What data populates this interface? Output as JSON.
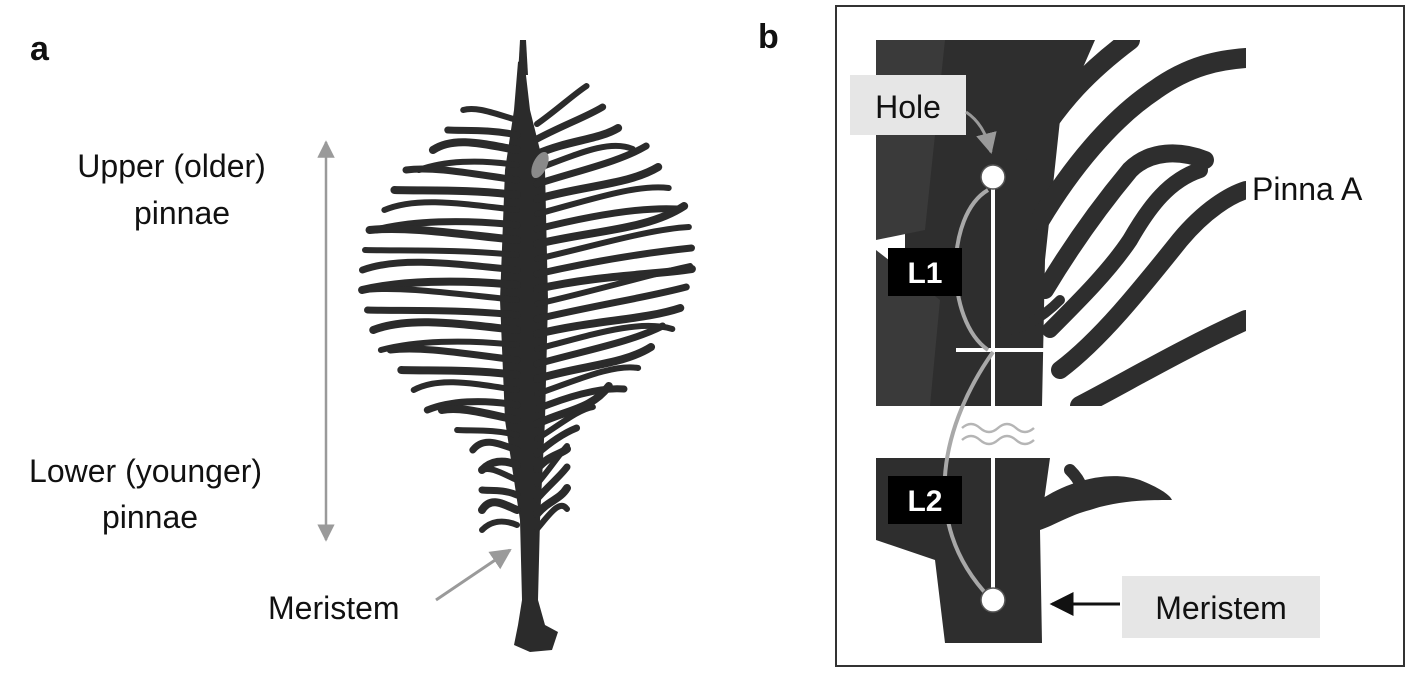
{
  "panel_a": {
    "letter": "a",
    "upper_label": [
      "Upper (older)",
      "pinnae"
    ],
    "lower_label": [
      "Lower (younger)",
      "pinnae"
    ],
    "meristem_label": "Meristem"
  },
  "panel_b": {
    "letter": "b",
    "hole_label": "Hole",
    "pinna_label": "Pinna A",
    "l1_label": "L1",
    "l2_label": "L2",
    "meristem_label": "Meristem"
  },
  "colors": {
    "plant": "#2b2b2b",
    "arrow_gray": "#9a9a9a",
    "label_box_bg": "#e6e6e6",
    "badge_bg": "#000000",
    "frame": "#333333"
  }
}
